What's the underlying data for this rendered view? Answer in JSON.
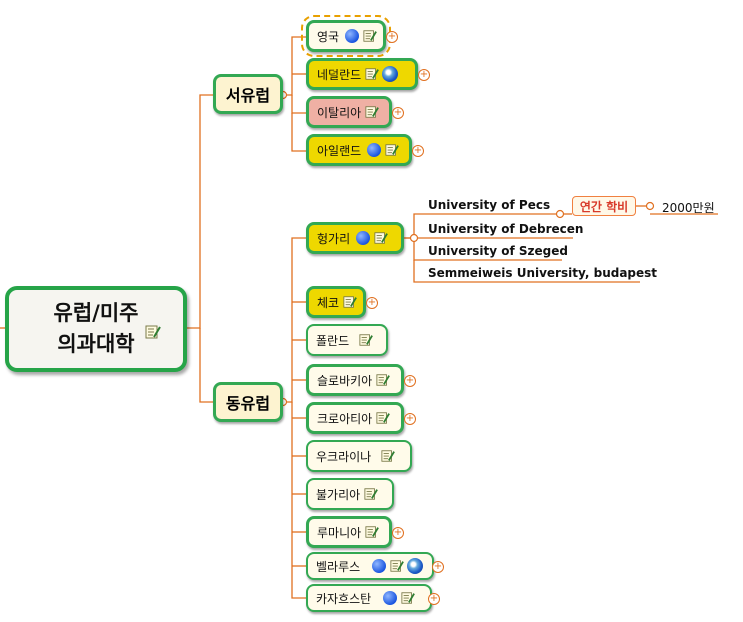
{
  "root": {
    "line1": "유럽/미주",
    "line2": "의과대학"
  },
  "west": {
    "label": "서유럽",
    "countries": [
      "영국",
      "네덜란드",
      "이탈리아",
      "아일랜드"
    ]
  },
  "east": {
    "label": "동유럽",
    "countries": [
      "헝가리",
      "체코",
      "폴란드",
      "슬로바키아",
      "크로아티아",
      "우크라이나",
      "불가리아",
      "루마니아",
      "벨라루스",
      "카자흐스탄"
    ]
  },
  "hungary_universities": [
    "University  of Pecs",
    "University of Debrecen",
    "University of Szeged",
    "Semmeiweis University, budapest"
  ],
  "tuition": {
    "label": "연간 학비",
    "value": "2000만원"
  },
  "colors": {
    "branch": "#e07020",
    "border": "#33a853",
    "yellow": "#eed800",
    "pink": "#efb0a4"
  },
  "icons": [
    "note-icon",
    "blue-circle-icon",
    "globe-icon",
    "expand-plus-icon"
  ]
}
